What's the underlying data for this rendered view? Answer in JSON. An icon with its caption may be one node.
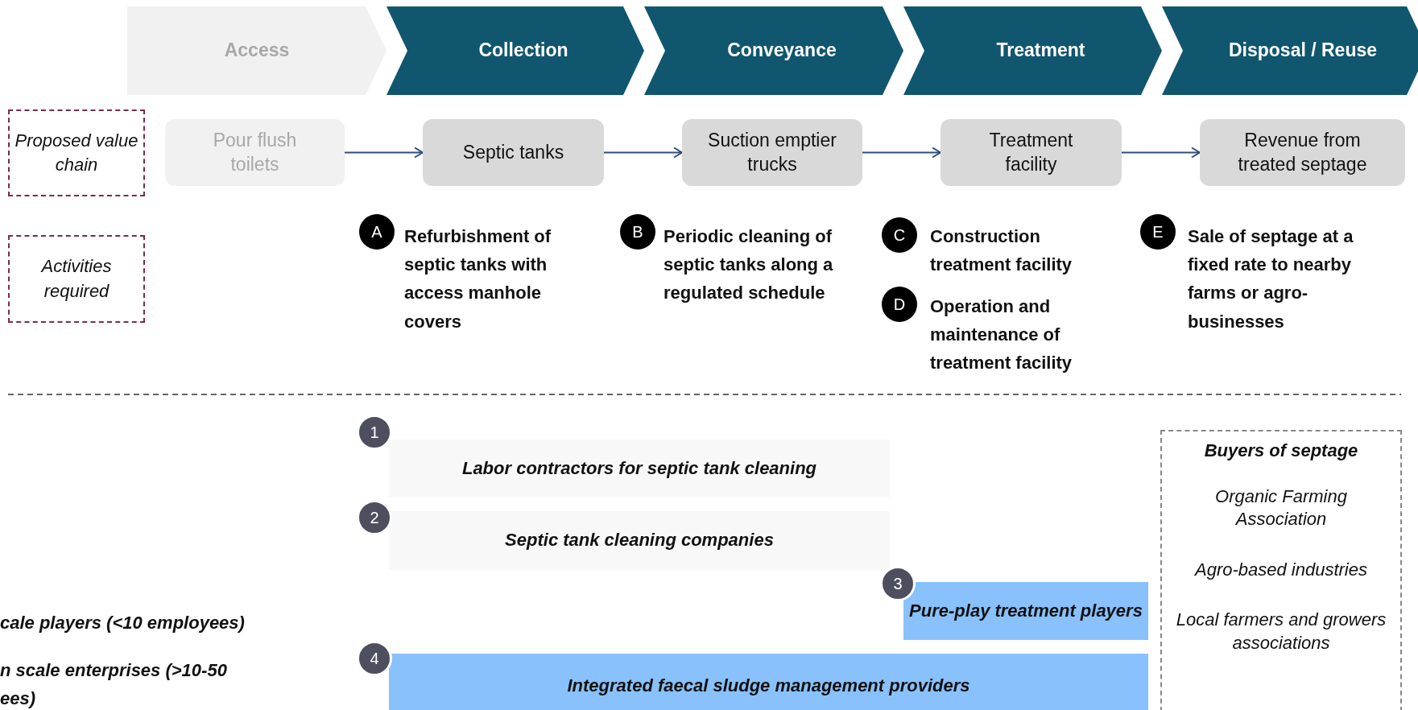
{
  "diagram": {
    "nodes": [
      {
        "text": [
          "Access"
        ]
      },
      {
        "text": [
          "Collection"
        ]
      },
      {
        "text": [
          "Conveyance"
        ]
      },
      {
        "text": [
          "Treatment"
        ]
      },
      {
        "text": [
          "Disposal / Reuse"
        ]
      },
      {
        "text": [
          "Pour flush toilets"
        ]
      },
      {
        "text": [
          "Septic tanks"
        ]
      },
      {
        "text": [
          "Suction emptier trucks"
        ]
      },
      {
        "text": [
          "Treatment facility"
        ]
      },
      {
        "text": [
          "Revenue from treated septage"
        ]
      },
      {
        "text": [
          "Proposed value chain"
        ]
      },
      {
        "text": [
          "Activities required"
        ]
      },
      {
        "text": [
          "A"
        ],
        "beside": [
          "Refurbishment of septic tanks with access manhole covers"
        ]
      },
      {
        "text": [
          "B"
        ],
        "beside": [
          "Periodic cleaning of septic tanks along a regulated schedule"
        ]
      },
      {
        "text": [
          "C"
        ],
        "beside": [
          "Construction treatment facility"
        ]
      },
      {
        "text": [
          "D"
        ],
        "beside": [
          "Operation and maintenance of treatment facility"
        ]
      },
      {
        "text": [
          "E"
        ],
        "beside": [
          "Sale of septage at a fixed rate to nearby farms or agro-businesses"
        ]
      },
      {
        "text": [
          "1"
        ]
      },
      {
        "text": [
          "Labor contractors for septic tank cleaning"
        ]
      },
      {
        "text": [
          "2"
        ]
      },
      {
        "text": [
          "Septic tank cleaning companies"
        ]
      },
      {
        "text": [
          "Buyers of septage",
          "Organic Farming Association",
          "Agro-based industries",
          "Local farmers and growers associations"
        ]
      },
      {
        "text": [
          "3"
        ]
      },
      {
        "text": [
          "Pure-play treatment players"
        ]
      },
      {
        "text": [
          "4"
        ]
      },
      {
        "text": [
          "Integrated faecal sludge management providers"
        ]
      }
    ],
    "edges": [
      {
        "from": 5,
        "to": 6,
        "arrow": "to"
      },
      {
        "from": 6,
        "to": 7,
        "arrow": "to"
      },
      {
        "from": 7,
        "to": 8,
        "arrow": "to"
      },
      {
        "from": 8,
        "to": 9,
        "arrow": "to"
      }
    ],
    "labels": [
      "cale players (<10 employees)",
      "n scale enterprises (>10-50 ees)"
    ]
  }
}
